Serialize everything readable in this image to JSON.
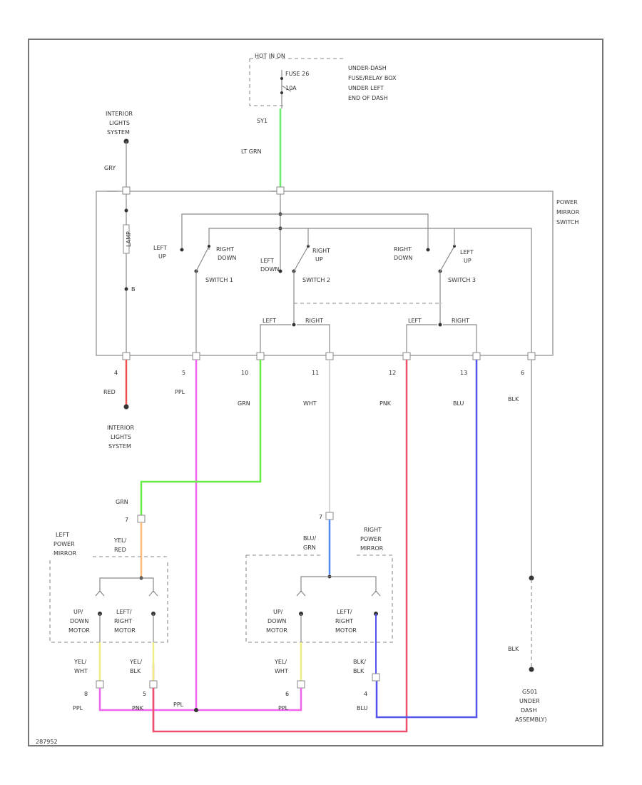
{
  "fuse_box": {
    "line1": "HOT IN ON",
    "line2": "FUSE 26",
    "line3": "10A",
    "loc1": "UNDER-DASH",
    "loc2": "FUSE/RELAY BOX",
    "loc3": "UNDER LEFT",
    "loc4": "END OF DASH",
    "pin": "SY1"
  },
  "interior_top": {
    "line1": "INTERIOR",
    "line2": "LIGHTS",
    "line3": "SYSTEM"
  },
  "interior_bottom": {
    "line1": "INTERIOR",
    "line2": "LIGHTS",
    "line3": "SYSTEM"
  },
  "wire_labels": {
    "gry": "GRY",
    "lt_grn": "LT GRN",
    "red": "RED",
    "ppl": "PPL",
    "grn": "GRN",
    "wht": "WHT",
    "pnk": "PNK",
    "blu": "BLU",
    "blk": "BLK",
    "grn_left": "GRN",
    "yel1": "YEL/",
    "yel2": "RED",
    "blu1": "BLU/",
    "blu2": "GRN",
    "yel_wht_l1": "YEL/",
    "yel_wht_l2": "WHT",
    "yel_blk_1": "YEL/",
    "yel_blk_2": "BLK",
    "yel_wht_r1": "YEL/",
    "yel_wht_r2": "WHT",
    "blk_blk1": "BLK/",
    "blk_blk2": "BLK",
    "blk_lower": "BLK",
    "ppl_b1": "PPL",
    "pnk_b": "PNK",
    "ppl_b2": "PPL",
    "ppl_b3": "PPL",
    "blu_b": "BLU"
  },
  "switch": {
    "title1": "POWER",
    "title2": "MIRROR",
    "title3": "SWITCH",
    "left_up1": "LEFT",
    "left_up2": "UP",
    "right_down1": "RIGHT",
    "right_down2": "DOWN",
    "left_down1": "LEFT",
    "left_down2": "DOWN",
    "right_up1": "RIGHT",
    "right_up2": "UP",
    "right_down_b1": "RIGHT",
    "right_down_b2": "DOWN",
    "left_up_b1": "LEFT",
    "left_up_b2": "UP",
    "sw1": "SWITCH 1",
    "sw2": "SWITCH 2",
    "sw3": "SWITCH 3",
    "left1": "LEFT",
    "right1": "RIGHT",
    "left2": "LEFT",
    "right2": "RIGHT",
    "lamp": "LAMP",
    "b": "B"
  },
  "pins": {
    "p4": "4",
    "p5": "5",
    "p10": "10",
    "p11": "11",
    "p12": "12",
    "p13": "13",
    "p6": "6",
    "m7l": "7",
    "m7r": "7",
    "b8": "8",
    "b5": "5",
    "b6": "6",
    "b4": "4"
  },
  "left_mirror": {
    "t1": "LEFT",
    "t2": "POWER",
    "t3": "MIRROR",
    "m1a": "UP/",
    "m1b": "DOWN",
    "m1c": "MOTOR",
    "m2a": "LEFT/",
    "m2b": "RIGHT",
    "m2c": "MOTOR"
  },
  "right_mirror": {
    "t1": "RIGHT",
    "t2": "POWER",
    "t3": "MIRROR",
    "m1a": "UP/",
    "m1b": "DOWN",
    "m1c": "MOTOR",
    "m2a": "LEFT/",
    "m2b": "RIGHT",
    "m2c": "MOTOR"
  },
  "ground": {
    "line1": "G501",
    "line2": "UNDER",
    "line3": "DASH",
    "line4": "ASSEMBLY)"
  },
  "footer_code": "287952",
  "colors": {
    "lt_grn": "#66ee66",
    "red": "#f05050",
    "ppl": "#ee66ee",
    "grn": "#66ee44",
    "wht": "#c8c8c8",
    "pnk": "#f05070",
    "blu": "#5555ee",
    "yel_red": "#ffbb77",
    "yel": "#eeee88",
    "blu_grn": "#5588ee"
  }
}
